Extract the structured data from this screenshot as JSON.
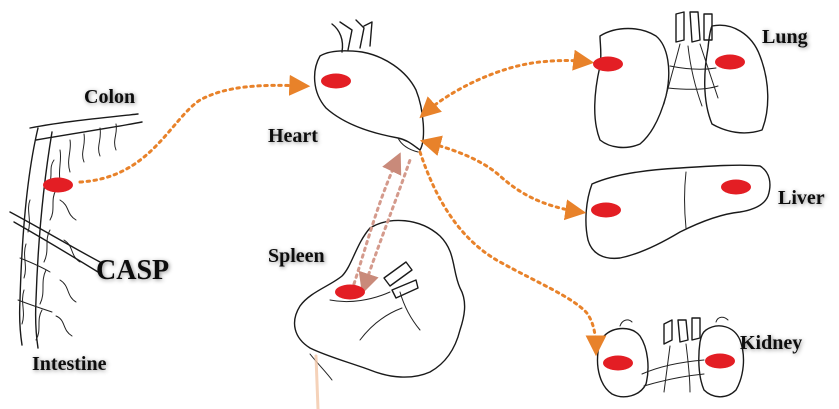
{
  "labels": {
    "colon": "Colon",
    "heart": "Heart",
    "spleen": "Spleen",
    "intestine": "Intestine",
    "casp": "CASP",
    "lung": "Lung",
    "liver": "Liver",
    "kidney": "Kidney"
  },
  "colors": {
    "spot": "#e31e24",
    "arrow_out": "#e8822a",
    "arrow_return": "#d49a8c",
    "ink": "#1a1a1a",
    "background": "#ffffff"
  }
}
